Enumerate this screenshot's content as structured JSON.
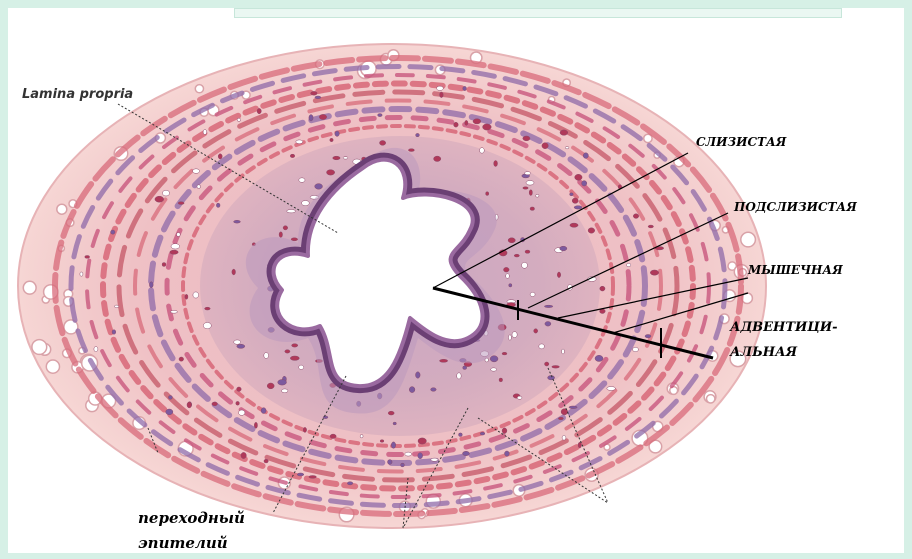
{
  "labels": {
    "lamina_propria": "Lamina propria",
    "mucosa": "СЛИЗИСТАЯ",
    "submucosa": "ПОДСЛИЗИСТАЯ",
    "muscular": "МЫШЕЧНАЯ",
    "adventitia_line1": "АДВЕНТИЦИ-",
    "adventitia_line2": "АЛЬНАЯ",
    "epithelium_line1": "переходный",
    "epithelium_line2": "эпителий"
  },
  "colors": {
    "page_bg": "#d6f0e6",
    "outer_tissue": "#f2c9c8",
    "muscle_band": "#d96b7a",
    "submucosa": "#caa2b8",
    "lamina": "#b79ab8",
    "epithelium": "#6b3f74",
    "lumen": "#ffffff",
    "line": "#000000"
  }
}
